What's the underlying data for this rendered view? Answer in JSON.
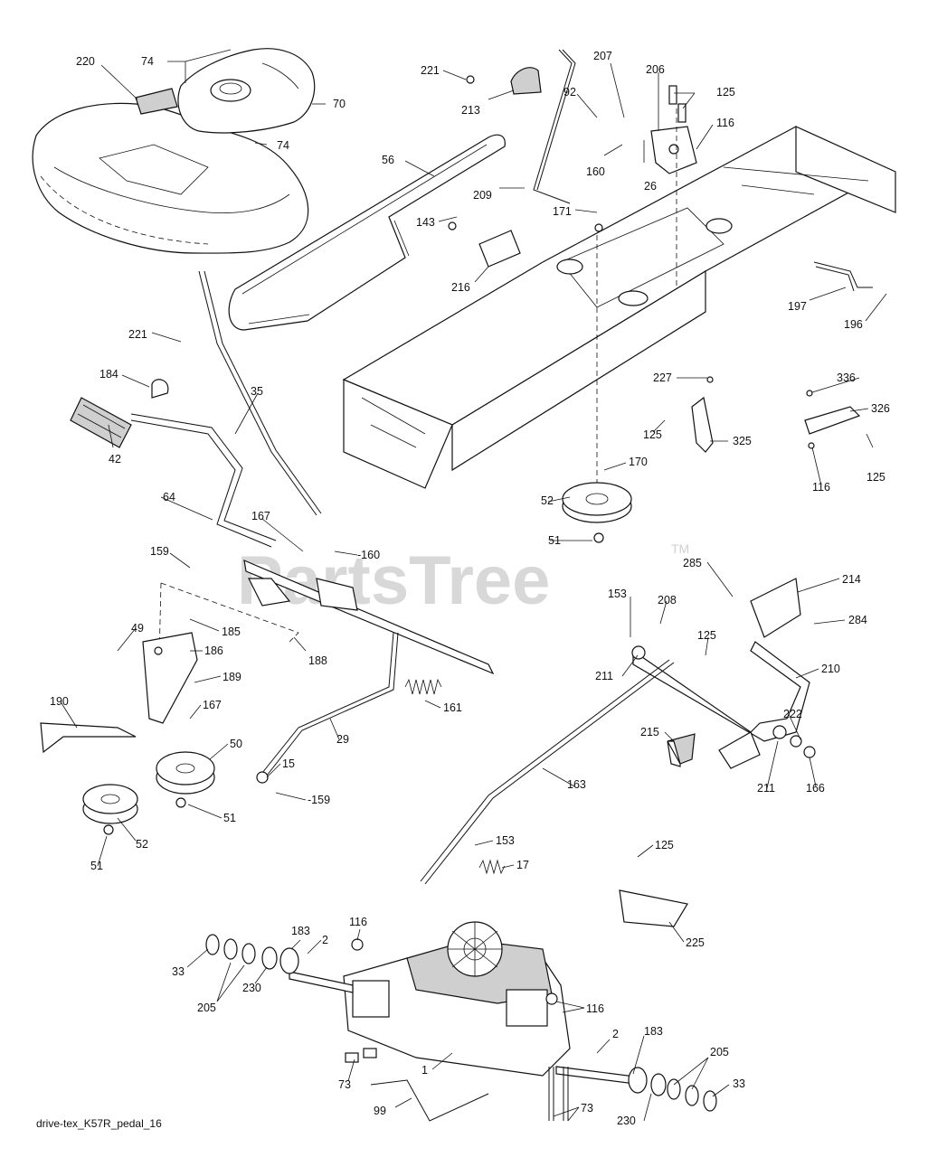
{
  "watermark": "PartsTree",
  "trademark": "TM",
  "caption": "drive-tex_K57R_pedal_16",
  "callouts": [
    {
      "id": "c220",
      "text": "220"
    },
    {
      "id": "c74a",
      "text": "74"
    },
    {
      "id": "c70",
      "text": "70"
    },
    {
      "id": "c74b",
      "text": "74"
    },
    {
      "id": "c56",
      "text": "56"
    },
    {
      "id": "c221a",
      "text": "221"
    },
    {
      "id": "c213",
      "text": "213"
    },
    {
      "id": "c207",
      "text": "207"
    },
    {
      "id": "c206",
      "text": "206"
    },
    {
      "id": "c125a",
      "text": "125"
    },
    {
      "id": "c92",
      "text": "92"
    },
    {
      "id": "c116a",
      "text": "116"
    },
    {
      "id": "c160a",
      "text": "160"
    },
    {
      "id": "c26",
      "text": "26"
    },
    {
      "id": "c209",
      "text": "209"
    },
    {
      "id": "c143",
      "text": "143"
    },
    {
      "id": "c171",
      "text": "171"
    },
    {
      "id": "c216",
      "text": "216"
    },
    {
      "id": "c197",
      "text": "197"
    },
    {
      "id": "c196",
      "text": "196"
    },
    {
      "id": "c221b",
      "text": "221"
    },
    {
      "id": "c184",
      "text": "184"
    },
    {
      "id": "c35",
      "text": "35"
    },
    {
      "id": "c42",
      "text": "42"
    },
    {
      "id": "c227",
      "text": "227"
    },
    {
      "id": "c336",
      "text": "336"
    },
    {
      "id": "c326",
      "text": "326"
    },
    {
      "id": "c125b",
      "text": "125"
    },
    {
      "id": "c325",
      "text": "325"
    },
    {
      "id": "c125c",
      "text": "125"
    },
    {
      "id": "c116b",
      "text": "116"
    },
    {
      "id": "c170",
      "text": "170"
    },
    {
      "id": "c64",
      "text": "64"
    },
    {
      "id": "c52a",
      "text": "52"
    },
    {
      "id": "c51a",
      "text": "51"
    },
    {
      "id": "c167a",
      "text": "167"
    },
    {
      "id": "c160b",
      "text": "-160"
    },
    {
      "id": "c159a",
      "text": "159"
    },
    {
      "id": "c285",
      "text": "285"
    },
    {
      "id": "c214",
      "text": "214"
    },
    {
      "id": "c153a",
      "text": "153"
    },
    {
      "id": "c208",
      "text": "208"
    },
    {
      "id": "c284",
      "text": "284"
    },
    {
      "id": "c49",
      "text": "49"
    },
    {
      "id": "c185",
      "text": "185"
    },
    {
      "id": "c186",
      "text": "186"
    },
    {
      "id": "c188",
      "text": "188"
    },
    {
      "id": "c125d",
      "text": "125"
    },
    {
      "id": "c189",
      "text": "189"
    },
    {
      "id": "c211a",
      "text": "211"
    },
    {
      "id": "c210",
      "text": "210"
    },
    {
      "id": "c190",
      "text": "190"
    },
    {
      "id": "c167b",
      "text": "167"
    },
    {
      "id": "c161",
      "text": "161"
    },
    {
      "id": "c222",
      "text": "222"
    },
    {
      "id": "c50",
      "text": "50"
    },
    {
      "id": "c215",
      "text": "215"
    },
    {
      "id": "c29",
      "text": "29"
    },
    {
      "id": "c15",
      "text": "15"
    },
    {
      "id": "c163",
      "text": "163"
    },
    {
      "id": "c211b",
      "text": "211"
    },
    {
      "id": "c166",
      "text": "166"
    },
    {
      "id": "c159b",
      "text": "-159"
    },
    {
      "id": "c51b",
      "text": "51"
    },
    {
      "id": "c52b",
      "text": "52"
    },
    {
      "id": "c153b",
      "text": "153"
    },
    {
      "id": "c51c",
      "text": "51"
    },
    {
      "id": "c17",
      "text": "17"
    },
    {
      "id": "c125e",
      "text": "125"
    },
    {
      "id": "c225",
      "text": "225"
    },
    {
      "id": "c183a",
      "text": "183"
    },
    {
      "id": "c116c",
      "text": "116"
    },
    {
      "id": "c2a",
      "text": "2"
    },
    {
      "id": "c33a",
      "text": "33"
    },
    {
      "id": "c205a",
      "text": "205"
    },
    {
      "id": "c230a",
      "text": "230"
    },
    {
      "id": "c116d",
      "text": "116"
    },
    {
      "id": "c2b",
      "text": "2"
    },
    {
      "id": "c183b",
      "text": "183"
    },
    {
      "id": "c205b",
      "text": "205"
    },
    {
      "id": "c1",
      "text": "1"
    },
    {
      "id": "c73a",
      "text": "73"
    },
    {
      "id": "c33b",
      "text": "33"
    },
    {
      "id": "c99",
      "text": "99"
    },
    {
      "id": "c73b",
      "text": "73"
    },
    {
      "id": "c230b",
      "text": "230"
    }
  ]
}
